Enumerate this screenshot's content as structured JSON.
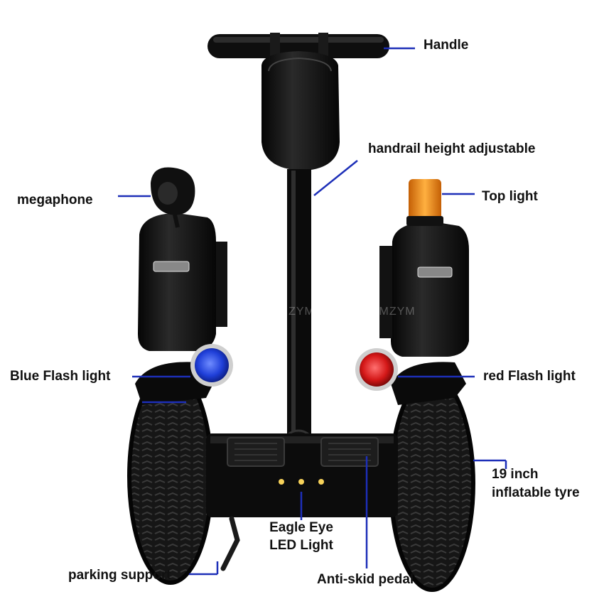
{
  "labels": {
    "handle": "Handle",
    "handrail": "handrail height adjustable",
    "megaphone": "megaphone",
    "top_light": "Top light",
    "blue_flash": "Blue Flash light",
    "red_flash": "red Flash light",
    "tyre_line1": "19 inch",
    "tyre_line2": "inflatable tyre",
    "eagle_line1": "Eagle Eye",
    "eagle_line2": "LED Light",
    "parking": "parking support",
    "pedal": "Anti-skid pedal"
  },
  "watermark": "ZJMZYMZJMZYMZJMZYM",
  "colors": {
    "leader_line": "#1d2fb8",
    "body": "#0c0c0c",
    "blue_light": "#1f3fd8",
    "red_light": "#d41818",
    "amber_light": "#f08a12"
  }
}
